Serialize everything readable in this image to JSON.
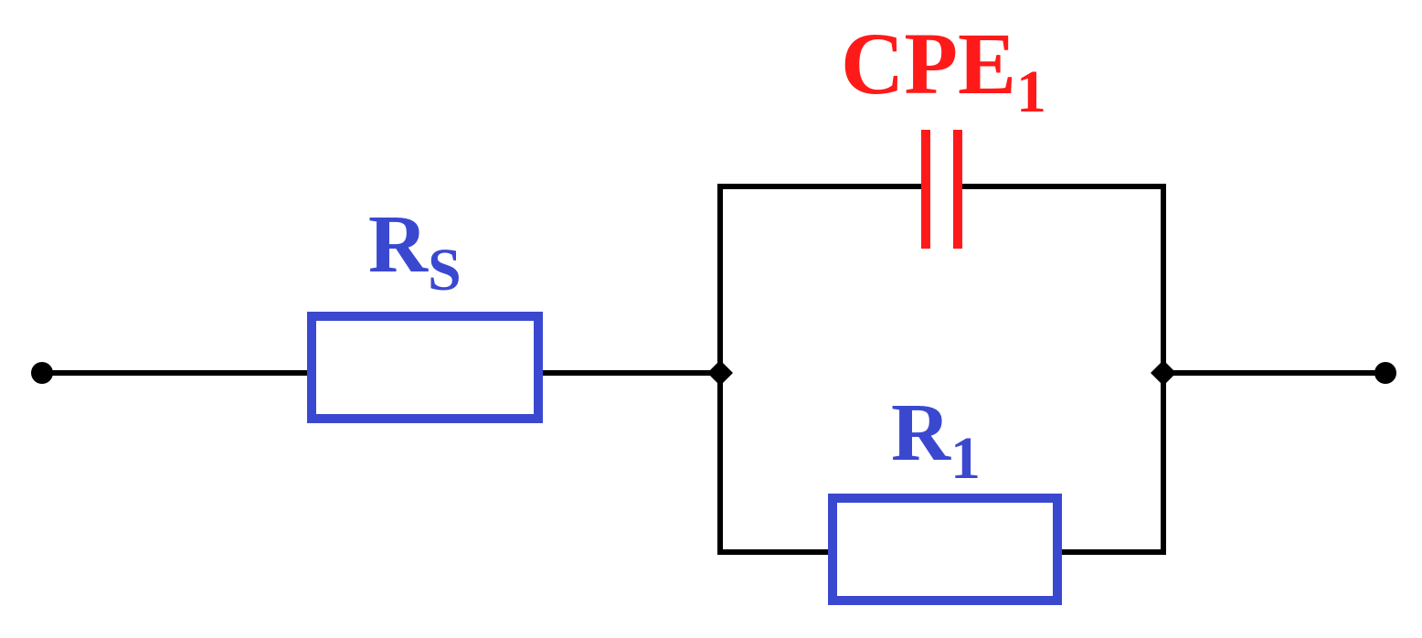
{
  "colors": {
    "wire": "#000000",
    "resistor": "#3a48d0",
    "capacitor": "#ff1a1a"
  },
  "components": {
    "rs": {
      "symbol": "R",
      "subscript": "S",
      "type": "resistor"
    },
    "cpe1": {
      "symbol": "CPE",
      "subscript": "1",
      "type": "constant-phase-element"
    },
    "r1": {
      "symbol": "R",
      "subscript": "1",
      "type": "resistor"
    }
  }
}
